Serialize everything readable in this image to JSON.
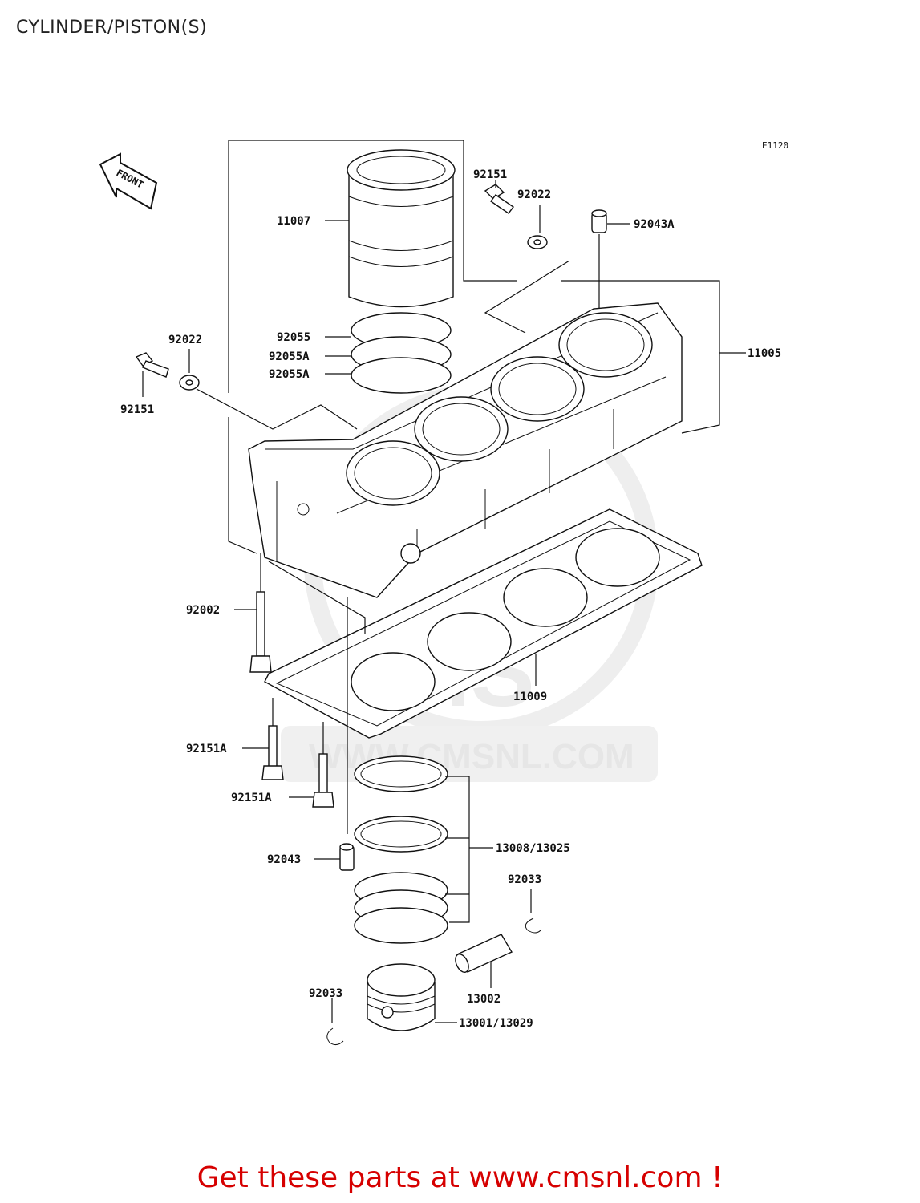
{
  "page": {
    "title": "CYLINDER/PISTON(S)",
    "footer": "Get these parts at www.cmsnl.com !"
  },
  "diagram": {
    "code": "E1120",
    "front_label": "FRONT",
    "watermark_url": "WWW.CMSNL.COM",
    "watermark_logo": "CMS",
    "labels": {
      "l11007": "11007",
      "l92151_top": "92151",
      "l92022_top": "92022",
      "l92043A": "92043A",
      "l92022_left": "92022",
      "l92151_left": "92151",
      "l92055": "92055",
      "l92055A_1": "92055A",
      "l92055A_2": "92055A",
      "l11005": "11005",
      "l92002": "92002",
      "l11009": "11009",
      "l92151A_1": "92151A",
      "l92151A_2": "92151A",
      "l13008": "13008/13025",
      "l92043": "92043",
      "l92033_right": "92033",
      "l13002": "13002",
      "l92033_left": "92033",
      "l13001": "13001/13029"
    }
  }
}
